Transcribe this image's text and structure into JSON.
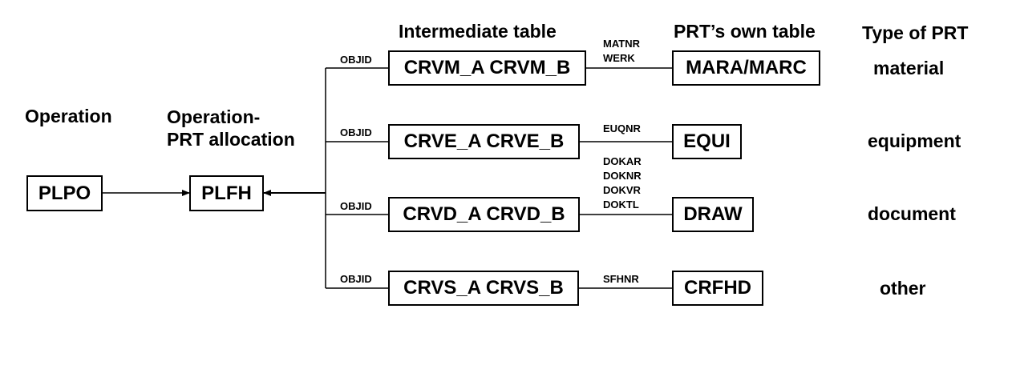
{
  "headers": {
    "operation": "Operation",
    "allocation_line1": "Operation-",
    "allocation_line2": "PRT allocation",
    "intermediate": "Intermediate table",
    "own_table": "PRT’s own table",
    "type_of_prt": "Type of PRT"
  },
  "nodes": {
    "plpo": "PLPO",
    "plfh": "PLFH"
  },
  "rows": [
    {
      "objid": "OBJID",
      "intermediate": "CRVM_A CRVM_B",
      "keys": [
        "MATNR",
        "WERK"
      ],
      "own": "MARA/MARC",
      "type": "material"
    },
    {
      "objid": "OBJID",
      "intermediate": "CRVE_A CRVE_B",
      "keys": [
        "EUQNR"
      ],
      "own": "EQUI",
      "type": "equipment"
    },
    {
      "objid": "OBJID",
      "intermediate": "CRVD_A CRVD_B",
      "keys": [
        "DOKAR",
        "DOKNR",
        "DOKVR",
        "DOKTL"
      ],
      "own": "DRAW",
      "type": "document"
    },
    {
      "objid": "OBJID",
      "intermediate": "CRVS_A CRVS_B",
      "keys": [
        "SFHNR"
      ],
      "own": "CRFHD",
      "type": "other"
    }
  ]
}
